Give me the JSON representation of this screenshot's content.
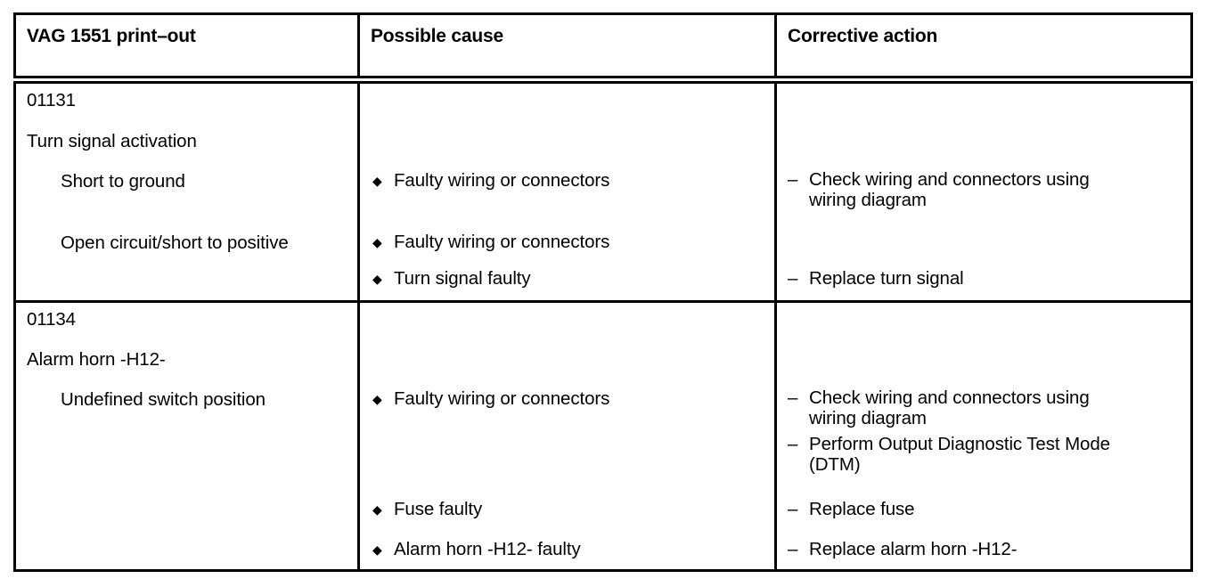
{
  "document": {
    "type": "fault-code-table",
    "columns": [
      {
        "id": "printout",
        "header": "VAG 1551 print–out"
      },
      {
        "id": "cause",
        "header": "Possible cause"
      },
      {
        "id": "action",
        "header": "Corrective action"
      }
    ],
    "colors": {
      "text": "#000000",
      "background": "#ffffff",
      "rule": "#000000"
    },
    "rows": [
      {
        "code": "01131",
        "title": "Turn signal activation",
        "conditions": [
          "Short to ground",
          "Open circuit/short to positive"
        ],
        "causes": [
          "Faulty wiring or connectors",
          "Faulty wiring or connectors",
          "Turn signal faulty"
        ],
        "actions": [
          {
            "line1": "Check wiring and connectors using",
            "line2": "wiring diagram"
          },
          {
            "line1": "Replace turn signal",
            "line2": ""
          }
        ]
      },
      {
        "code": "01134",
        "title": "Alarm horn -H12-",
        "conditions": [
          "Undefined switch position"
        ],
        "causes": [
          "Faulty wiring or connectors",
          "Fuse faulty",
          "Alarm horn -H12- faulty"
        ],
        "actions": [
          {
            "line1": "Check wiring and connectors using",
            "line2": "wiring diagram"
          },
          {
            "line1": "Perform Output Diagnostic Test Mode",
            "line2": "(DTM)"
          },
          {
            "line1": "Replace fuse",
            "line2": ""
          },
          {
            "line1": "Replace alarm horn -H12-",
            "line2": ""
          }
        ]
      }
    ]
  }
}
